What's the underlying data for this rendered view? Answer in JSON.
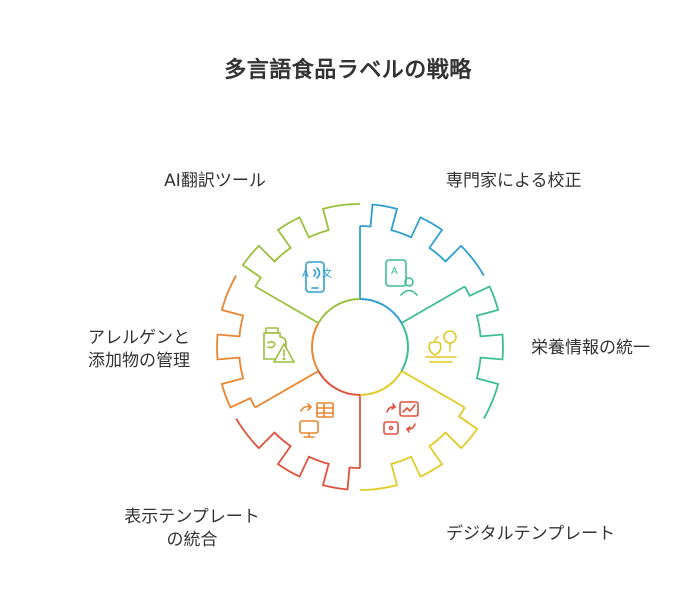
{
  "title": "多言語食品ラベルの戦略",
  "segments": [
    {
      "label": "AI翻訳ツール",
      "icon": "translate-phone-icon",
      "color": "#2e9fd0"
    },
    {
      "label": "専門家による校正",
      "icon": "expert-document-icon",
      "color": "#3bbf8f"
    },
    {
      "label": "栄養情報の統一",
      "icon": "nutrition-scale-icon",
      "color": "#e3c928"
    },
    {
      "label": "デジタルテンプレート",
      "icon": "digital-template-icon",
      "color": "#e0523d"
    },
    {
      "label_line1": "表示テンプレート",
      "label_line2": "の統合",
      "icon": "display-template-icon",
      "color": "#e9852e"
    },
    {
      "label_line1": "アレルゲンと",
      "label_line2": "添加物の管理",
      "icon": "allergen-warning-icon",
      "color": "#9bc03d"
    }
  ]
}
